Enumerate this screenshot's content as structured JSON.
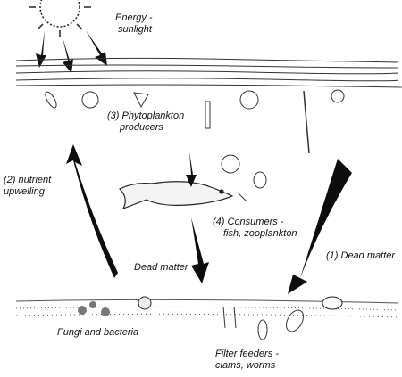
{
  "labels": {
    "energy": [
      "Energy -",
      "sunlight"
    ],
    "phytoplankton": [
      "(3) Phytoplankton",
      "producers"
    ],
    "nutrient": [
      "(2) nutrient",
      "upwelling"
    ],
    "consumers": [
      "(4) Consumers -",
      "fish, zooplankton"
    ],
    "dead_center": "Dead matter",
    "dead_right": "(1) Dead matter",
    "fungi": "Fungi and bacteria",
    "filter": [
      "Filter feeders -",
      "clams, worms"
    ]
  },
  "colors": {
    "ink": "#111111",
    "arrow": "#0d0d0d",
    "sediment": "#555555"
  }
}
